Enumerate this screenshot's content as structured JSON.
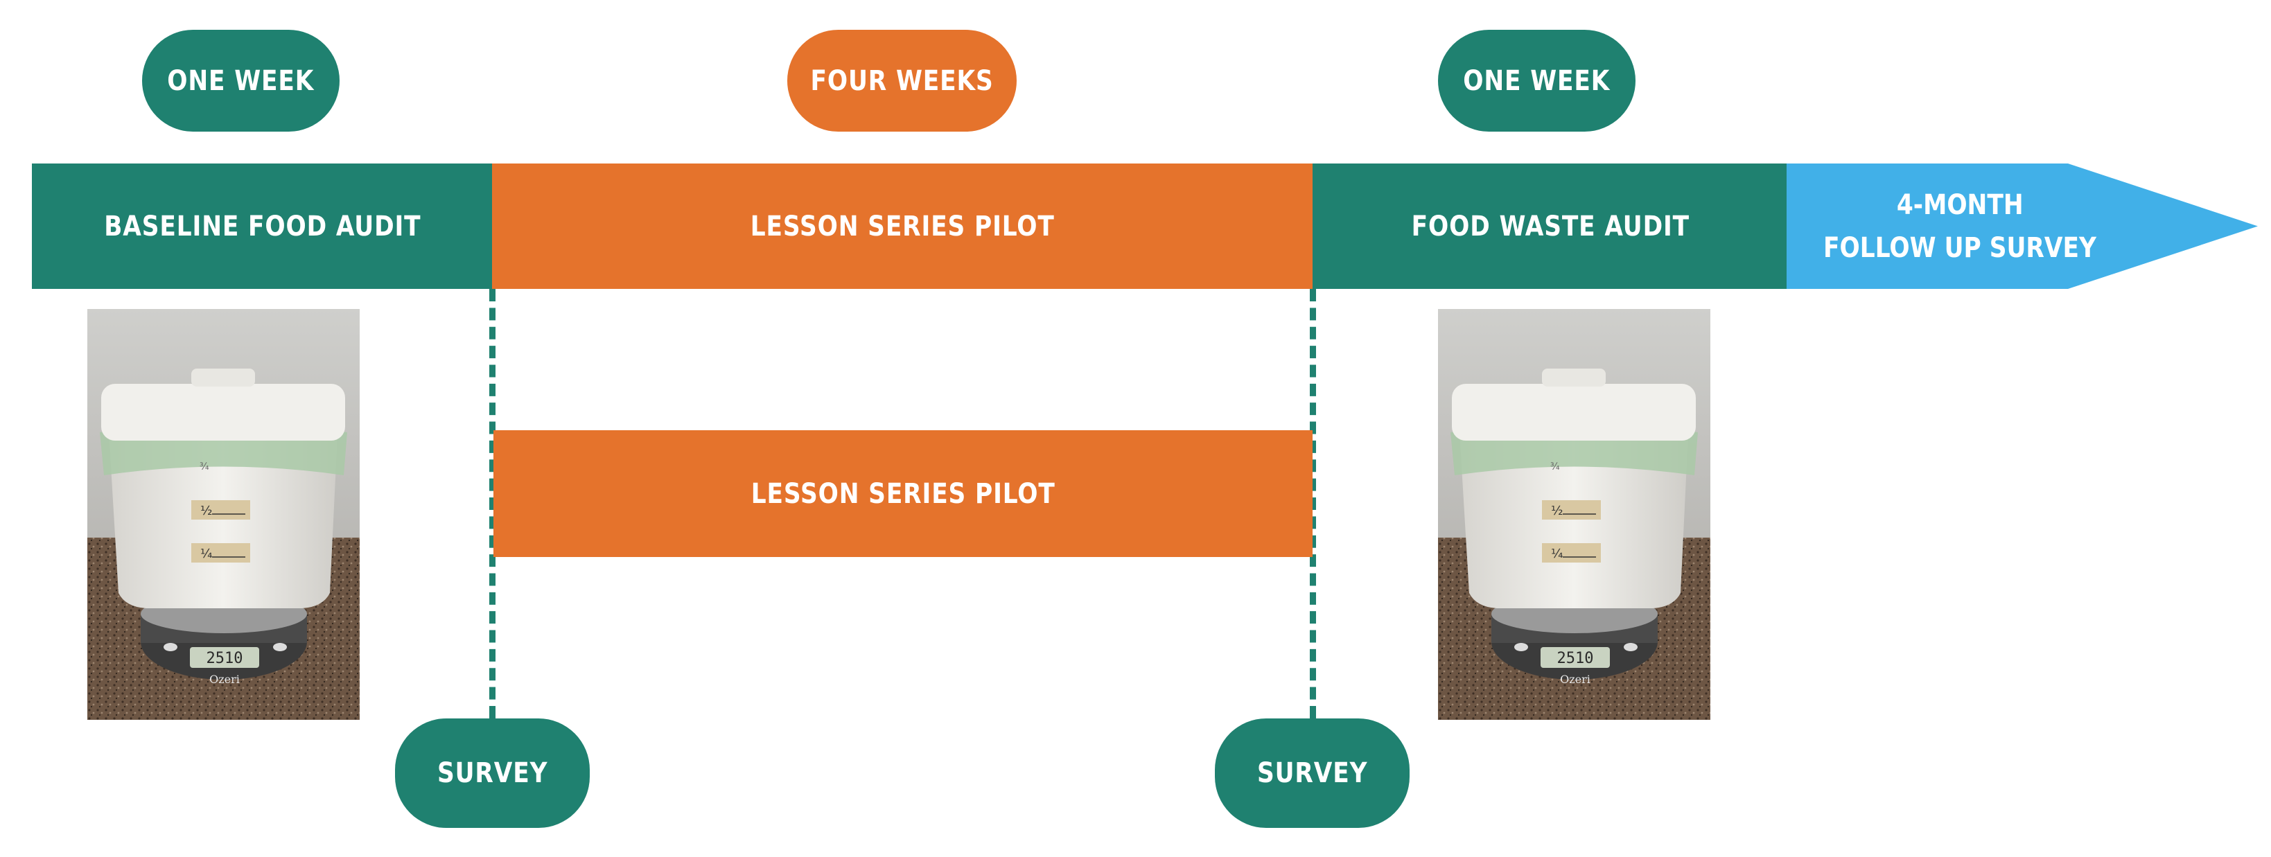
{
  "colors": {
    "teal": "#1f8170",
    "orange": "#e5732c",
    "sky": "#41b0e8"
  },
  "durations": {
    "baseline": "ONE WEEK",
    "pilot": "FOUR WEEKS",
    "waste_audit": "ONE WEEK"
  },
  "timeline": {
    "baseline_audit": "BASELINE FOOD AUDIT",
    "lesson_pilot": "LESSON SERIES PILOT",
    "food_waste_audit": "FOOD WASTE AUDIT",
    "follow_up_line1": "4-MONTH",
    "follow_up_line2": "FOLLOW UP SURVEY"
  },
  "second_track": {
    "lesson_pilot": "LESSON SERIES PILOT"
  },
  "surveys": {
    "first": "SURVEY",
    "second": "SURVEY"
  },
  "photo": {
    "scale_readout": "2510",
    "scale_brand": "Ozeri",
    "label_half": "½",
    "label_quarter": "¼",
    "label_three_quarter": "¾"
  }
}
